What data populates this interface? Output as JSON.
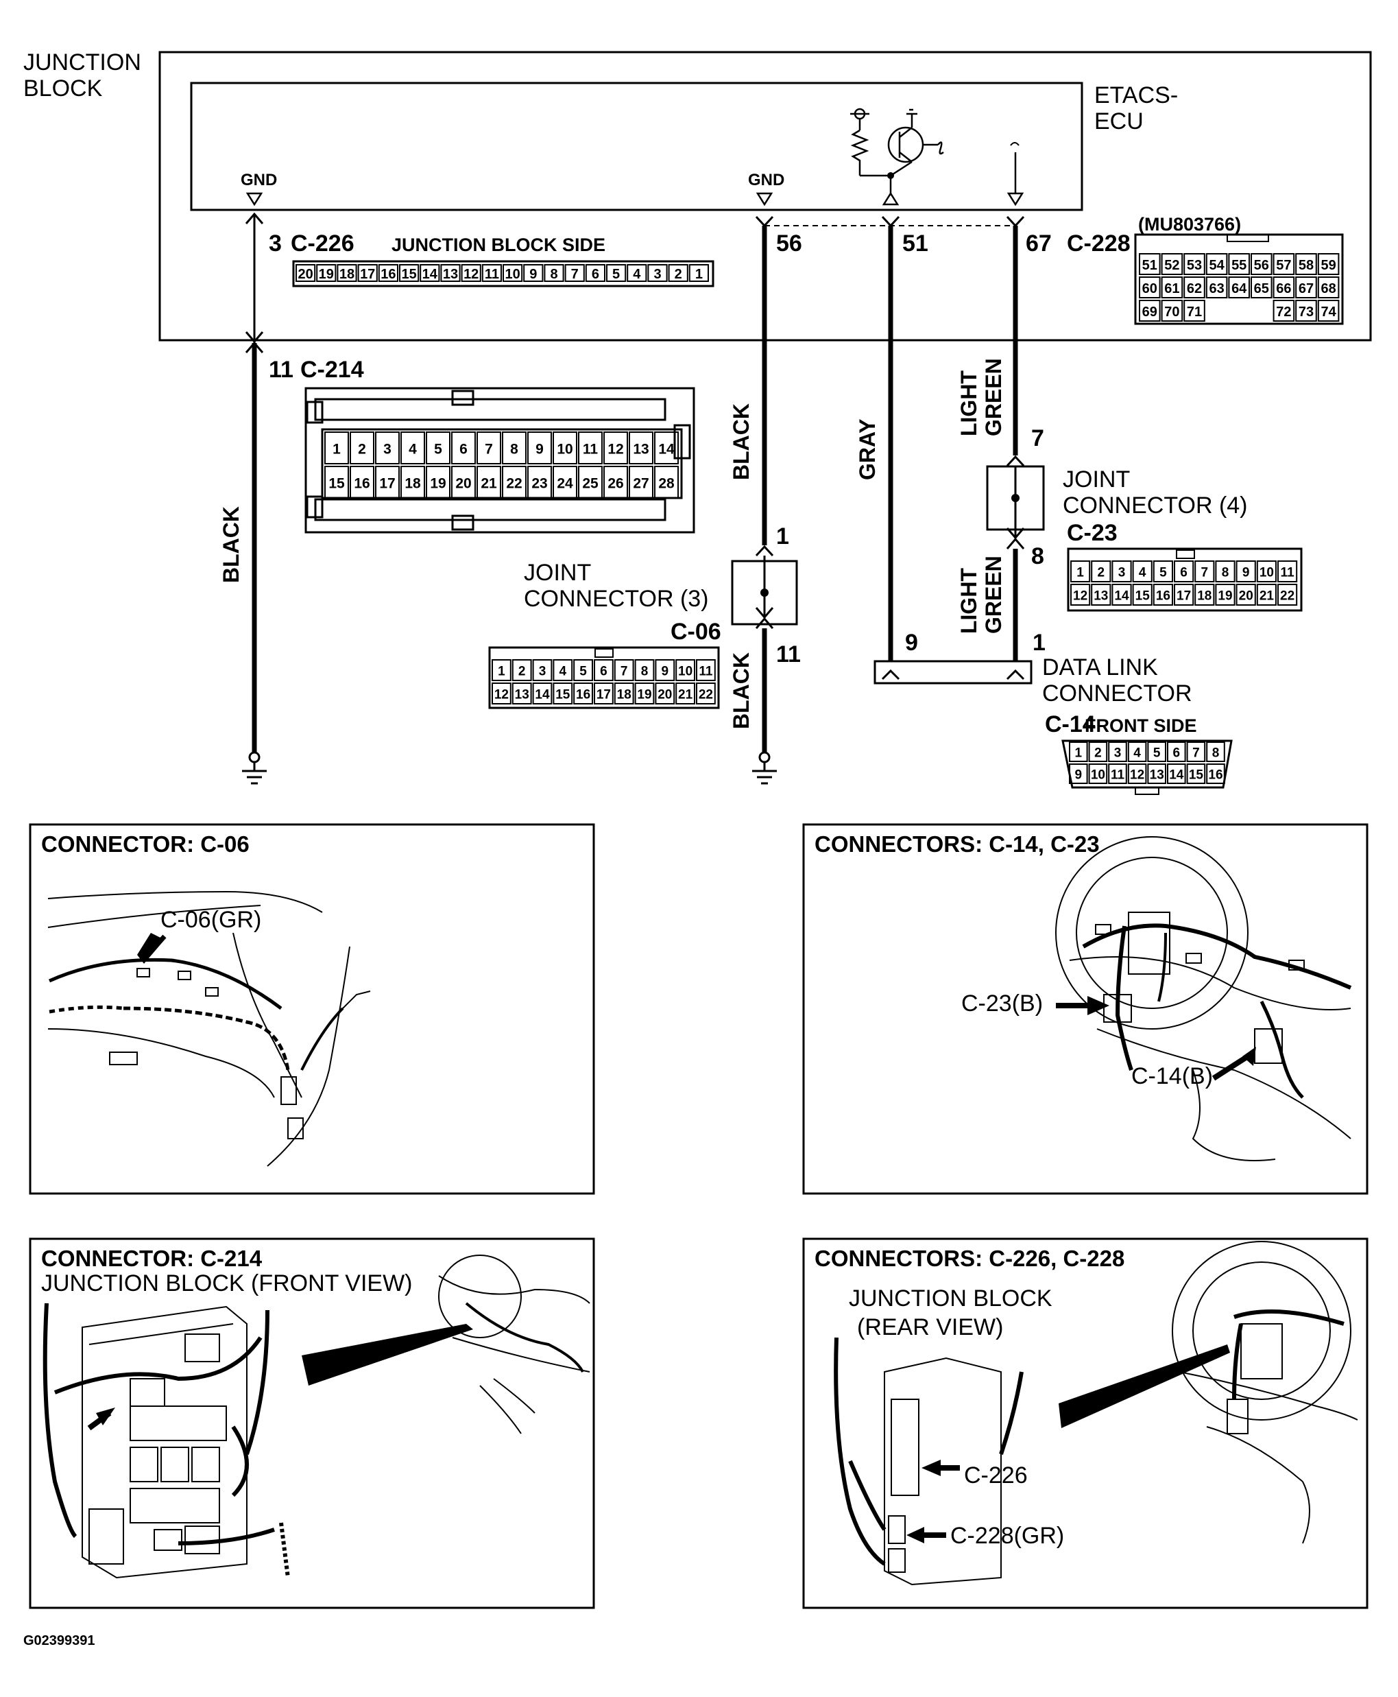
{
  "schematic": {
    "junction_block_label": [
      "JUNCTION",
      "BLOCK"
    ],
    "ecu_label": [
      "ETACS-",
      "ECU"
    ],
    "gnd_label": "GND",
    "pins": {
      "jb_c226": "3",
      "gnd_56": "56",
      "pin_51": "51",
      "pin_67": "67",
      "c214_11": "11",
      "joint3_top": "1",
      "joint3_bottom": "11",
      "joint4_top": "7",
      "joint4_bottom": "8",
      "dlc_9": "9",
      "dlc_1": "1"
    },
    "connector_ids": {
      "c226": "C-226",
      "c228": "C-228",
      "c214": "C-214",
      "c06": "C-06",
      "c23": "C-23",
      "c14": "C-14"
    },
    "junction_block_side": "JUNCTION BLOCK SIDE",
    "part_number": "(MU803766)",
    "front_side": "FRONT SIDE",
    "wire_colors": {
      "black_left": "BLACK",
      "black_mid": "BLACK",
      "black_low": "BLACK",
      "gray": "GRAY",
      "light_green_top": [
        "LIGHT",
        "GREEN"
      ],
      "light_green_bottom": [
        "LIGHT",
        "GREEN"
      ]
    },
    "joint_connector_3": [
      "JOINT",
      "CONNECTOR (3)"
    ],
    "joint_connector_4": [
      "JOINT",
      "CONNECTOR (4)"
    ],
    "data_link_connector": [
      "DATA LINK",
      "CONNECTOR"
    ]
  },
  "connector_faces": {
    "c226_cells": [
      "20",
      "19",
      "18",
      "17",
      "16",
      "15",
      "14",
      "13",
      "12",
      "11",
      "10",
      "9",
      "8",
      "7",
      "6",
      "5",
      "4",
      "3",
      "2",
      "1"
    ],
    "c228_rows": [
      [
        "51",
        "52",
        "53",
        "54",
        "55",
        "56",
        "57",
        "58",
        "59"
      ],
      [
        "60",
        "61",
        "62",
        "63",
        "64",
        "65",
        "66",
        "67",
        "68"
      ],
      [
        "69",
        "70",
        "71",
        "",
        "",
        "",
        "72",
        "73",
        "74"
      ]
    ],
    "c214_rows": [
      [
        "1",
        "2",
        "3",
        "4",
        "5",
        "6",
        "7",
        "8",
        "9",
        "10",
        "11",
        "12",
        "13",
        "14"
      ],
      [
        "15",
        "16",
        "17",
        "18",
        "19",
        "20",
        "21",
        "22",
        "23",
        "24",
        "25",
        "26",
        "27",
        "28"
      ]
    ],
    "c06_rows": [
      [
        "1",
        "2",
        "3",
        "4",
        "5",
        "6",
        "7",
        "8",
        "9",
        "10",
        "11"
      ],
      [
        "12",
        "13",
        "14",
        "15",
        "16",
        "17",
        "18",
        "19",
        "20",
        "21",
        "22"
      ]
    ],
    "c23_rows": [
      [
        "1",
        "2",
        "3",
        "4",
        "5",
        "6",
        "7",
        "8",
        "9",
        "10",
        "11"
      ],
      [
        "12",
        "13",
        "14",
        "15",
        "16",
        "17",
        "18",
        "19",
        "20",
        "21",
        "22"
      ]
    ],
    "c14_rows": [
      [
        "1",
        "2",
        "3",
        "4",
        "5",
        "6",
        "7",
        "8"
      ],
      [
        "9",
        "10",
        "11",
        "12",
        "13",
        "14",
        "15",
        "16"
      ]
    ]
  },
  "panels": {
    "c06": {
      "title": "CONNECTOR: C-06",
      "callouts": [
        "C-06(GR)"
      ]
    },
    "c14_c23": {
      "title": "CONNECTORS: C-14, C-23",
      "callouts": [
        "C-23(B)",
        "C-14(B)"
      ]
    },
    "c214": {
      "title": "CONNECTOR: C-214",
      "subtitle": "JUNCTION BLOCK (FRONT VIEW)"
    },
    "c226_c228": {
      "title": "CONNECTORS: C-226, C-228",
      "subtitle": [
        "JUNCTION BLOCK",
        "(REAR VIEW)"
      ],
      "callouts": [
        "C-226",
        "C-228(GR)"
      ]
    }
  },
  "footer": {
    "figure_id": "G02399391"
  },
  "icons": [
    "ground-symbol-icon",
    "transistor-icon",
    "resistor-icon",
    "connector-arrow-icon",
    "harness-arrow-icon"
  ],
  "colors": {
    "line": "#000000",
    "background": "#ffffff"
  }
}
